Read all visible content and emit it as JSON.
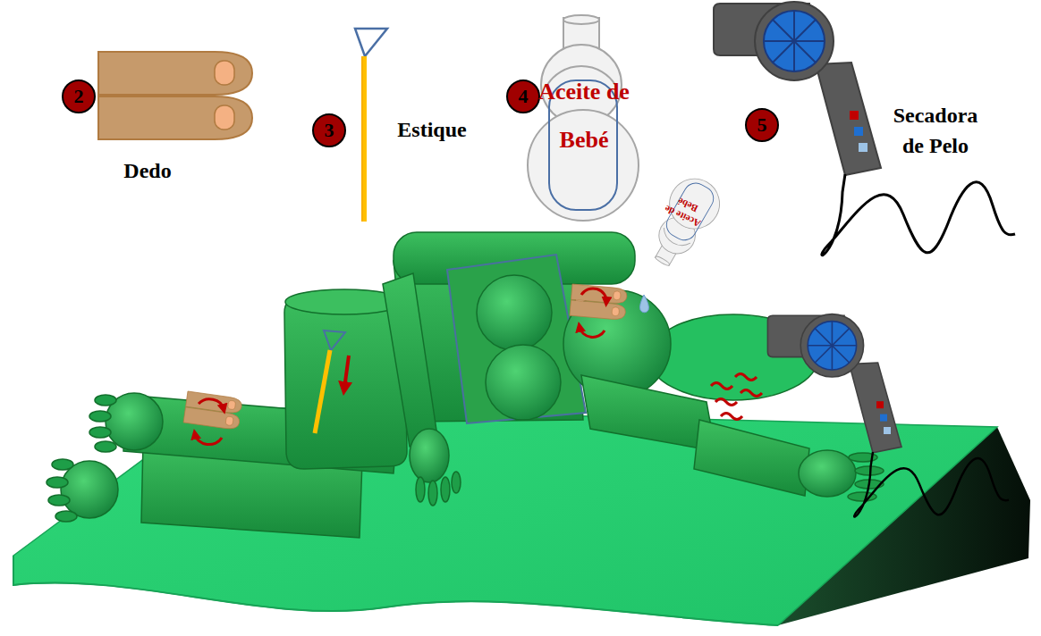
{
  "diagram": {
    "labels": [
      "2",
      "Dedo",
      "3",
      "Estique",
      "4",
      "Aceite de Bebé",
      "5",
      "Secadora de Pelo",
      "Aceite de Bebé"
    ]
  }
}
